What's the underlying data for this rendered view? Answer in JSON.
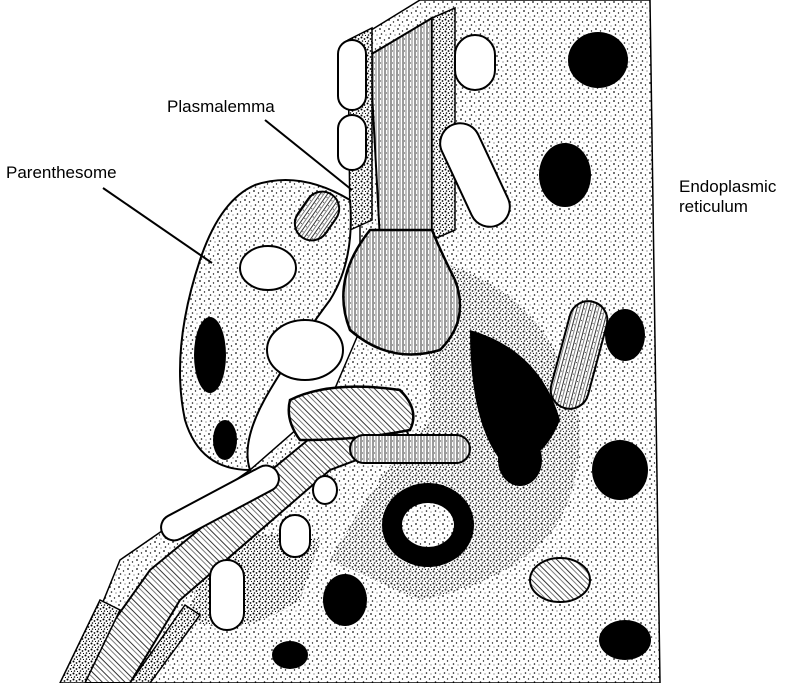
{
  "labels": {
    "plasmalemma": "Plasmalemma",
    "parenthesome": "Parenthesome",
    "endoplasmic_reticulum": {
      "line1": "Endoplasmic",
      "line2": "reticulum"
    }
  },
  "colors": {
    "ink": "#000000",
    "paper": "#ffffff",
    "stipple": "#1a1a1a"
  }
}
